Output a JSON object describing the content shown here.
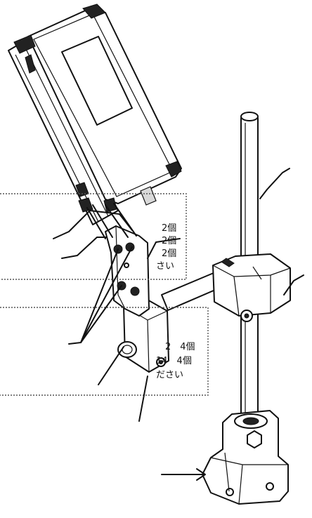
{
  "callout_upper": {
    "lines": [
      "2個",
      "2個",
      "2個",
      "さい"
    ]
  },
  "callout_lower": {
    "lines": [
      "2　4個",
      "14　4個",
      "ださい"
    ]
  }
}
